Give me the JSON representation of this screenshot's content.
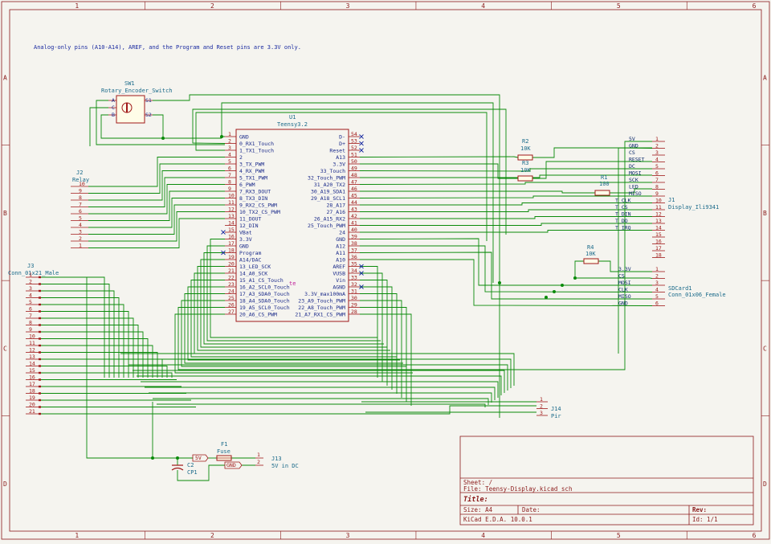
{
  "frame": {
    "columns": [
      "1",
      "2",
      "3",
      "4",
      "5",
      "6"
    ],
    "rows": [
      "A",
      "B",
      "C",
      "D"
    ]
  },
  "note": "Analog-only pins (A10-A14), AREF, and the Program and Reset pins are 3.3V only.",
  "title_block": {
    "sheet": "Sheet: /",
    "file": "File: Teensy-Display.kicad_sch",
    "title": "Title:",
    "size": "Size: A4",
    "date": "Date:",
    "rev": "Rev:",
    "tool": "KiCad E.D.A. 10.0.1",
    "id": "Id: 1/1"
  },
  "u1": {
    "ref": "U1",
    "value": "Teensy3.2",
    "left_pins": [
      {
        "num": "1",
        "name": "GND"
      },
      {
        "num": "2",
        "name": "0_RX1_Touch"
      },
      {
        "num": "3",
        "name": "1_TX1_Touch"
      },
      {
        "num": "4",
        "name": "2"
      },
      {
        "num": "5",
        "name": "3_TX_PWM"
      },
      {
        "num": "6",
        "name": "4_RX_PWM"
      },
      {
        "num": "7",
        "name": "5_TX1_PWM"
      },
      {
        "num": "8",
        "name": "6_PWM"
      },
      {
        "num": "9",
        "name": "7_RX3_DOUT"
      },
      {
        "num": "10",
        "name": "8_TX3_DIN"
      },
      {
        "num": "11",
        "name": "9_RX2_CS_PWM"
      },
      {
        "num": "12",
        "name": "10_TX2_CS_PWM"
      },
      {
        "num": "13",
        "name": "11_DOUT"
      },
      {
        "num": "14",
        "name": "12_DIN"
      },
      {
        "num": "15",
        "name": "VBat"
      },
      {
        "num": "16",
        "name": "3.3V"
      },
      {
        "num": "17",
        "name": "GND"
      },
      {
        "num": "18",
        "name": "Program"
      },
      {
        "num": "19",
        "name": "A14/DAC"
      },
      {
        "num": "20",
        "name": "13_LED_SCK"
      },
      {
        "num": "21",
        "name": "14_A0_SCK"
      },
      {
        "num": "22",
        "name": "15_A1_CS_Touch"
      },
      {
        "num": "23",
        "name": "16_A2_SCL0_Touch"
      },
      {
        "num": "24",
        "name": "17_A3_SDA0_Touch"
      },
      {
        "num": "25",
        "name": "18_A4_SDA0_Touch"
      },
      {
        "num": "26",
        "name": "19_A5_SCL0_Touch"
      },
      {
        "num": "27",
        "name": "20_A6_CS_PWM"
      }
    ],
    "right_pins": [
      {
        "num": "54",
        "name": "D-"
      },
      {
        "num": "53",
        "name": "D+"
      },
      {
        "num": "52",
        "name": "Reset"
      },
      {
        "num": "51",
        "name": "A13"
      },
      {
        "num": "50",
        "name": "3.3V"
      },
      {
        "num": "49",
        "name": "33_Touch"
      },
      {
        "num": "48",
        "name": "32_Touch_PWM"
      },
      {
        "num": "47",
        "name": "31_A20_TX2"
      },
      {
        "num": "46",
        "name": "30_A19_SDA1"
      },
      {
        "num": "45",
        "name": "29_A18_SCL1"
      },
      {
        "num": "44",
        "name": "28_A17"
      },
      {
        "num": "43",
        "name": "27_A16"
      },
      {
        "num": "42",
        "name": "26_A15_RX2"
      },
      {
        "num": "41",
        "name": "25_Touch_PWM"
      },
      {
        "num": "40",
        "name": "24"
      },
      {
        "num": "39",
        "name": "GND"
      },
      {
        "num": "38",
        "name": "A12"
      },
      {
        "num": "37",
        "name": "A11"
      },
      {
        "num": "36",
        "name": "A10"
      },
      {
        "num": "35",
        "name": "AREF"
      },
      {
        "num": "34",
        "name": "VUSB"
      },
      {
        "num": "33",
        "name": "Vin"
      },
      {
        "num": "32",
        "name": "AGND"
      },
      {
        "num": "31",
        "name": "3.3V_max100mA"
      },
      {
        "num": "30",
        "name": "23_A9_Touch_PWM"
      },
      {
        "num": "29",
        "name": "22_A8_Touch_PWM"
      },
      {
        "num": "28",
        "name": "21_A7_RX1_CS_PWM"
      }
    ],
    "stray_label": "te"
  },
  "sw1": {
    "ref": "SW1",
    "value": "Rotary_Encoder_Switch",
    "pins_left": [
      "A",
      "C",
      "B"
    ],
    "pins_right": [
      "S1",
      "S2"
    ]
  },
  "j2": {
    "ref": "J2",
    "value": "Relay",
    "pins": [
      "10",
      "9",
      "8",
      "7",
      "6",
      "5",
      "4",
      "3",
      "2",
      "1"
    ]
  },
  "j3": {
    "ref": "J3",
    "value": "Conn_01x21_Male",
    "pins": [
      "1",
      "2",
      "3",
      "4",
      "5",
      "6",
      "7",
      "8",
      "9",
      "10",
      "11",
      "12",
      "13",
      "14",
      "15",
      "16",
      "17",
      "18",
      "19",
      "20",
      "21"
    ]
  },
  "r2": {
    "ref": "R2",
    "value": "10K"
  },
  "r3": {
    "ref": "R3",
    "value": "10K"
  },
  "r1": {
    "ref": "R1",
    "value": "100"
  },
  "r4": {
    "ref": "R4",
    "value": "10K"
  },
  "j1": {
    "ref": "J1",
    "value": "Display_Ili9341",
    "labels": [
      "5V",
      "GND",
      "CS",
      "RESET",
      "DC",
      "MOSI",
      "SCK",
      "LED",
      "MISO",
      "T_CLK",
      "T_CS",
      "T_DIN",
      "T_DO",
      "T_IRQ",
      "",
      "",
      "",
      ""
    ],
    "pins": [
      "1",
      "2",
      "3",
      "4",
      "5",
      "6",
      "7",
      "8",
      "9",
      "10",
      "11",
      "12",
      "13",
      "14",
      "15",
      "16",
      "17",
      "18"
    ]
  },
  "sdcard": {
    "ref": "SDCard1",
    "value": "Conn_01x06_Female",
    "labels": [
      "3.3V",
      "CS",
      "MOSI",
      "CLK",
      "MISO",
      "GND"
    ],
    "pins": [
      "1",
      "2",
      "3",
      "4",
      "5",
      "6"
    ]
  },
  "j14": {
    "ref": "J14",
    "value": "Pir",
    "pins": [
      "1",
      "2",
      "3"
    ]
  },
  "f1": {
    "ref": "F1",
    "value": "Fuse"
  },
  "c2": {
    "ref": "C2",
    "value": "CP1"
  },
  "j13": {
    "ref": "J13",
    "value": "5V in DC",
    "pins": [
      "1",
      "2"
    ]
  },
  "power": {
    "v5": "5V",
    "gnd": "GND"
  }
}
